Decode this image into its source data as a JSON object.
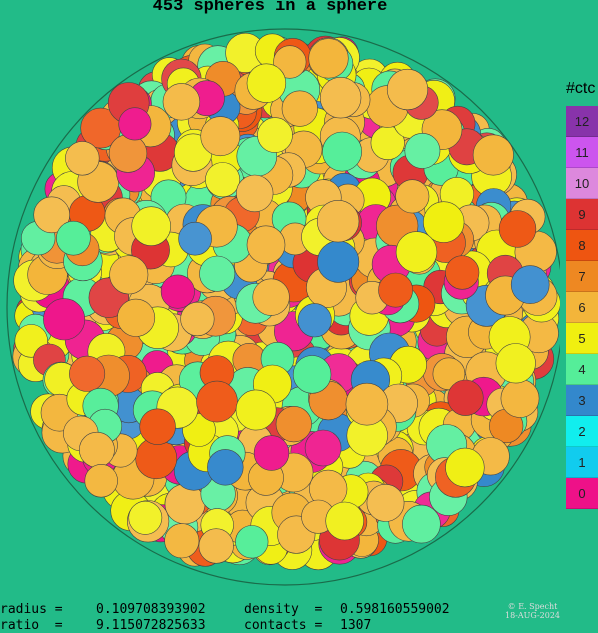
{
  "title": "453 spheres in a sphere",
  "legend": {
    "heading": "#ctc",
    "items": [
      {
        "label": "12",
        "color": "#8833aa"
      },
      {
        "label": "11",
        "color": "#cc55ee"
      },
      {
        "label": "10",
        "color": "#dd88dd"
      },
      {
        "label": "9",
        "color": "#dd3333"
      },
      {
        "label": "8",
        "color": "#ee5511"
      },
      {
        "label": "7",
        "color": "#ee8822"
      },
      {
        "label": "6",
        "color": "#f3b53a"
      },
      {
        "label": "5",
        "color": "#f0ef10"
      },
      {
        "label": "4",
        "color": "#55ee99"
      },
      {
        "label": "3",
        "color": "#3388cc"
      },
      {
        "label": "2",
        "color": "#11eeee"
      },
      {
        "label": "1",
        "color": "#11ccee"
      },
      {
        "label": "0",
        "color": "#ee1188"
      }
    ]
  },
  "stats": {
    "radius_label": "radius =",
    "radius_value": "0.109708393902",
    "density_label": "density  =",
    "density_value": "0.598160559002",
    "ratio_label": "ratio  =",
    "ratio_value": "9.115072825633",
    "contacts_label": "contacts =",
    "contacts_value": "1307"
  },
  "credit": {
    "author": "© E. Specht",
    "date": "18-AUG-2024"
  }
}
